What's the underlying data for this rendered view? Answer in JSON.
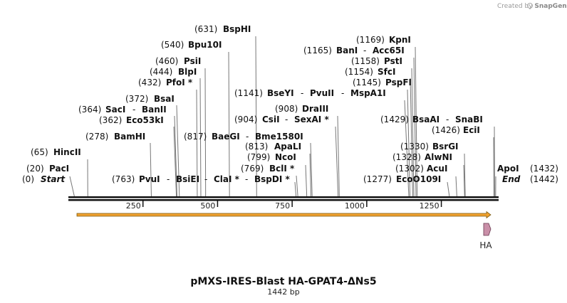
{
  "credit": {
    "created_by": "Created by",
    "brand": "SnapGene"
  },
  "plasmid": {
    "name": "pMXS-IRES-Blast HA-GPAT4-ΔNs5",
    "length_label": "1442 bp",
    "length": 1442
  },
  "axis": {
    "ticks": [
      250,
      500,
      750,
      1000,
      1250
    ]
  },
  "sites": [
    {
      "pos": 0,
      "pos_label": "(0)",
      "name": "Start",
      "italic": true
    },
    {
      "pos": 20,
      "pos_label": "(20)",
      "name": "PacI"
    },
    {
      "pos": 65,
      "pos_label": "(65)",
      "name": "HincII"
    },
    {
      "pos": 278,
      "pos_label": "(278)",
      "name": "BamHI"
    },
    {
      "pos": 362,
      "pos_label": "(362)",
      "name": "Eco53kI"
    },
    {
      "pos": 364,
      "pos_label": "(364)",
      "name": "SacI",
      "extra": "BanII"
    },
    {
      "pos": 372,
      "pos_label": "(372)",
      "name": "BsaI"
    },
    {
      "pos": 432,
      "pos_label": "(432)",
      "name": "PfoI *"
    },
    {
      "pos": 444,
      "pos_label": "(444)",
      "name": "BlpI"
    },
    {
      "pos": 460,
      "pos_label": "(460)",
      "name": "PsiI"
    },
    {
      "pos": 540,
      "pos_label": "(540)",
      "name": "Bpu10I"
    },
    {
      "pos": 631,
      "pos_label": "(631)",
      "name": "BspHI"
    },
    {
      "pos": 763,
      "pos_label": "(763)",
      "name": "PvuI",
      "extra": "BsiEI",
      "extra2": "ClaI *",
      "extra3": "BspDI *"
    },
    {
      "pos": 769,
      "pos_label": "(769)",
      "name": "BclI *"
    },
    {
      "pos": 799,
      "pos_label": "(799)",
      "name": "NcoI"
    },
    {
      "pos": 813,
      "pos_label": "(813)",
      "name": "ApaLI"
    },
    {
      "pos": 817,
      "pos_label": "(817)",
      "name": "BaeGI",
      "extra": "Bme1580I"
    },
    {
      "pos": 904,
      "pos_label": "(904)",
      "name": "CsiI",
      "extra": "SexAI *"
    },
    {
      "pos": 908,
      "pos_label": "(908)",
      "name": "DraIII"
    },
    {
      "pos": 1141,
      "pos_label": "(1141)",
      "name": "BseYI",
      "extra": "PvuII",
      "extra2": "MspA1I"
    },
    {
      "pos": 1145,
      "pos_label": "(1145)",
      "name": "PspFI"
    },
    {
      "pos": 1154,
      "pos_label": "(1154)",
      "name": "SfcI"
    },
    {
      "pos": 1158,
      "pos_label": "(1158)",
      "name": "PstI"
    },
    {
      "pos": 1165,
      "pos_label": "(1165)",
      "name": "BanI",
      "extra": "Acc65I"
    },
    {
      "pos": 1169,
      "pos_label": "(1169)",
      "name": "KpnI"
    },
    {
      "pos": 1277,
      "pos_label": "(1277)",
      "name": "EcoO109I"
    },
    {
      "pos": 1302,
      "pos_label": "(1302)",
      "name": "AcuI"
    },
    {
      "pos": 1328,
      "pos_label": "(1328)",
      "name": "AlwNI"
    },
    {
      "pos": 1330,
      "pos_label": "(1330)",
      "name": "BsrGI"
    },
    {
      "pos": 1426,
      "pos_label": "(1426)",
      "name": "EciI"
    },
    {
      "pos": 1429,
      "pos_label": "(1429)",
      "name": "BsaAI",
      "extra": "SnaBI"
    },
    {
      "pos": 1432,
      "pos_label": "(1432)",
      "name": "ApoI"
    },
    {
      "pos": 1442,
      "pos_label": "(1442)",
      "name": "End",
      "italic": true
    }
  ],
  "features": [
    {
      "name": "orf-arrow",
      "label": "",
      "start": 8,
      "end": 1442,
      "color": "#f0a12f"
    },
    {
      "name": "HA",
      "label": "HA",
      "start": 1412,
      "end": 1442,
      "color": "#c98fa8"
    }
  ]
}
